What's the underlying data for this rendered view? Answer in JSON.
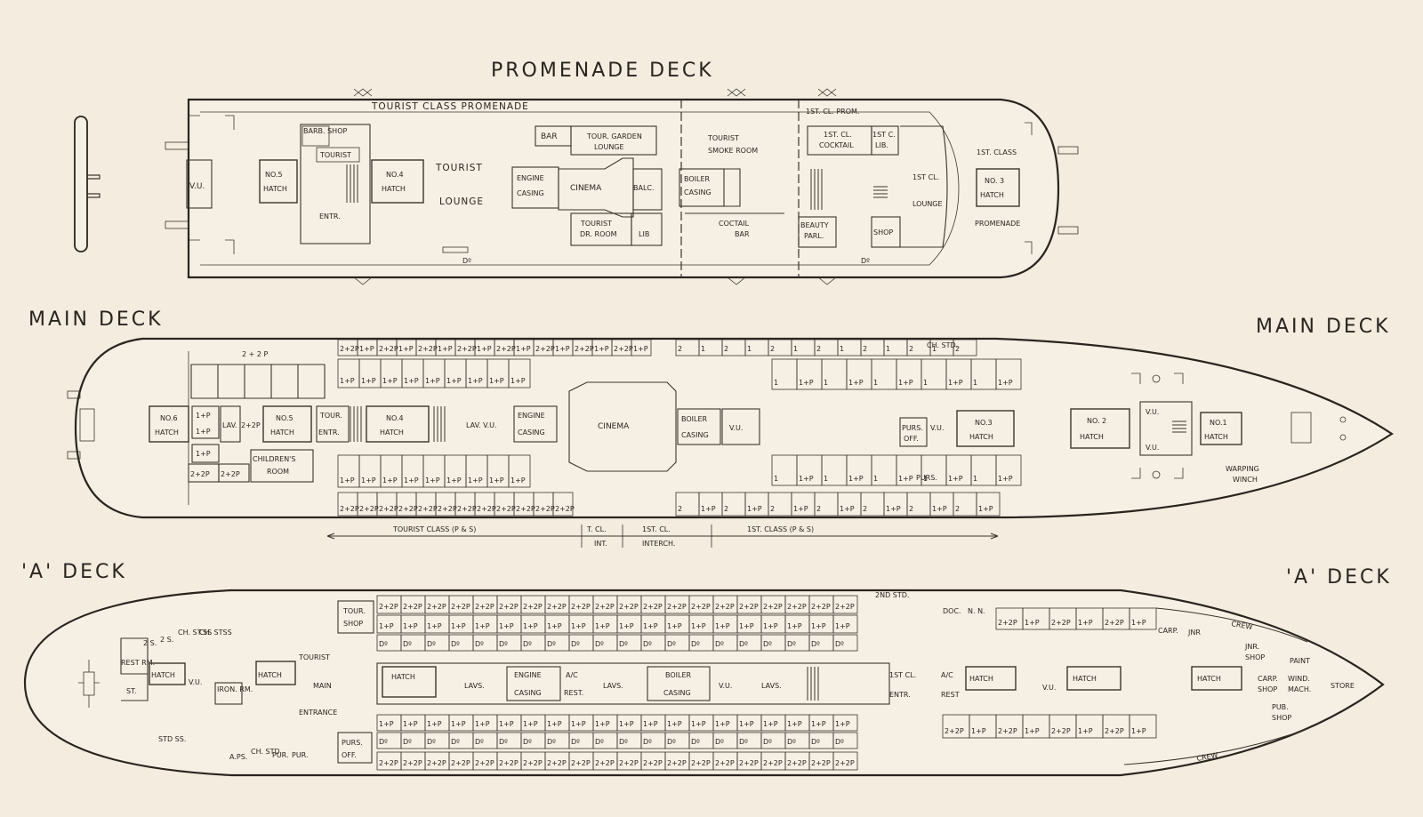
{
  "colors": {
    "paper": "#f3ecdf",
    "ink": "#2a2420"
  },
  "promenade": {
    "title": "PROMENADE DECK",
    "tourist_promenade": "TOURIST   CLASS   PROMENADE",
    "barb_shop": "BARB. SHOP",
    "tourist_box": "TOURIST",
    "tourist_lounge_1": "TOURIST",
    "tourist_lounge_2": "LOUNGE",
    "entr": "ENTR.",
    "vu": "V.U.",
    "no5_1": "NO.5",
    "no5_2": "HATCH",
    "no4_1": "NO.4",
    "no4_2": "HATCH",
    "bar": "BAR",
    "garden_1": "TOUR. GARDEN",
    "garden_2": "LOUNGE",
    "engine_1": "ENGINE",
    "engine_2": "CASING",
    "cinema": "CINEMA",
    "balc": "BALC.",
    "dr_room_1": "TOURIST",
    "dr_room_2": "DR. ROOM",
    "lib": "LIB",
    "smoke_1": "TOURIST",
    "smoke_2": "SMOKE  ROOM",
    "boiler_1": "BOILER",
    "boiler_2": "CASING",
    "coctail_1": "COCTAIL",
    "coctail_2": "BAR",
    "first_prom": "1ST. CL. PROM.",
    "cocktail_1": "1ST. CL.",
    "cocktail_2": "COCKTAIL",
    "first_lib_1": "1ST C.",
    "first_lib_2": "LIB.",
    "first_lounge_1": "1ST CL.",
    "first_lounge_2": "LOUNGE",
    "beauty_1": "BEAUTY",
    "beauty_2": "PARL.",
    "shop": "SHOP",
    "first_class": "1ST. CLASS",
    "no3_1": "NO. 3",
    "no3_2": "HATCH",
    "promenade_lbl": "PROMENADE",
    "ditto_1": "Dº",
    "ditto_2": "Dº"
  },
  "main": {
    "title_left": "MAIN DECK",
    "title_right": "MAIN DECK",
    "two_two_p": "2 + 2 P",
    "no6_1": "NO.6",
    "no6_2": "HATCH",
    "lav": "LAV.",
    "two_2p": "2+2P",
    "no5_1": "NO.5",
    "no5_2": "HATCH",
    "tour_entr_1": "TOUR.",
    "tour_entr_2": "ENTR.",
    "no4_1": "NO.4",
    "no4_2": "HATCH",
    "lav_vu": "LAV.  V.U.",
    "engine_1": "ENGINE",
    "engine_2": "CASING",
    "cinema": "CINEMA",
    "boiler_1": "BOILER",
    "boiler_2": "CASING",
    "vu": "V.U.",
    "purs_off_1": "PURS.",
    "purs_off_2": "OFF.",
    "no3_1": "NO.3",
    "no3_2": "HATCH",
    "no2_1": "NO. 2",
    "no2_2": "HATCH",
    "vu_fwd": "V.U.",
    "no1_1": "NO.1",
    "no1_2": "HATCH",
    "warping_1": "WARPING",
    "warping_2": "WINCH",
    "children_1": "CHILDREN'S",
    "children_2": "ROOM",
    "ch_std": "CH. STD.",
    "purs": "PURS.",
    "tourist_class": "TOURIST  CLASS   (P & S)",
    "t_cl": "T. CL.",
    "int": "INT.",
    "first_cl": "1ST. CL.",
    "interch": "INTERCH.",
    "first_class": "1ST.  CLASS   (P & S)",
    "cabin_1p": "1+P",
    "cabin_22p": "2+2P",
    "cabin_2": "2",
    "cabin_1": "1"
  },
  "a_deck": {
    "title_left": "'A' DECK",
    "title_right": "'A' DECK",
    "rest_rm": "REST RM.",
    "st": "ST.",
    "hatch": "HATCH",
    "vu": "V.U.",
    "iron_rm": "IRON. RM.",
    "ch_st_ss": "CH. ST.SS",
    "ch_sts": "CH. STSS",
    "two_s": "2 S.",
    "tour_shop_1": "TOUR.",
    "tour_shop_2": "SHOP",
    "tourist": "TOURIST",
    "main": "MAIN",
    "entrance": "ENTRANCE",
    "lavs": "LAVS.",
    "engine_1": "ENGINE",
    "engine_2": "CASING",
    "ac_rest_1": "A/C",
    "ac_rest_2": "REST.",
    "boiler_1": "BOILER",
    "boiler_2": "CASING",
    "first_entr_1": "1ST CL.",
    "first_entr_2": "ENTR.",
    "ac_rest_b": "A/C",
    "rest_b": "REST",
    "doc": "DOC.",
    "nn": "N. N.",
    "carp": "CARP.",
    "jnr": "JNR",
    "jnr_shop_1": "JNR.",
    "jnr_shop_2": "SHOP",
    "paint": "PAINT",
    "carp_shop_1": "CARP.",
    "carp_shop_2": "SHOP",
    "wind_mach_1": "WIND.",
    "wind_mach_2": "MACH.",
    "store": "STORE",
    "pub_shop_1": "PUB.",
    "pub_shop_2": "SHOP",
    "crew_top": "CREW",
    "crew_bottom": "CREW",
    "std_ss": "STD SS.",
    "aps": "A.PS.",
    "ch_std": "CH. STD",
    "pur": "PUR.",
    "purs_off_1": "PURS.",
    "purs_off_2": "OFF.",
    "two_nd_std": "2ND STD.",
    "cabin_1p": "1+P",
    "cabin_22p": "2+2P",
    "ditto": "Dº"
  }
}
